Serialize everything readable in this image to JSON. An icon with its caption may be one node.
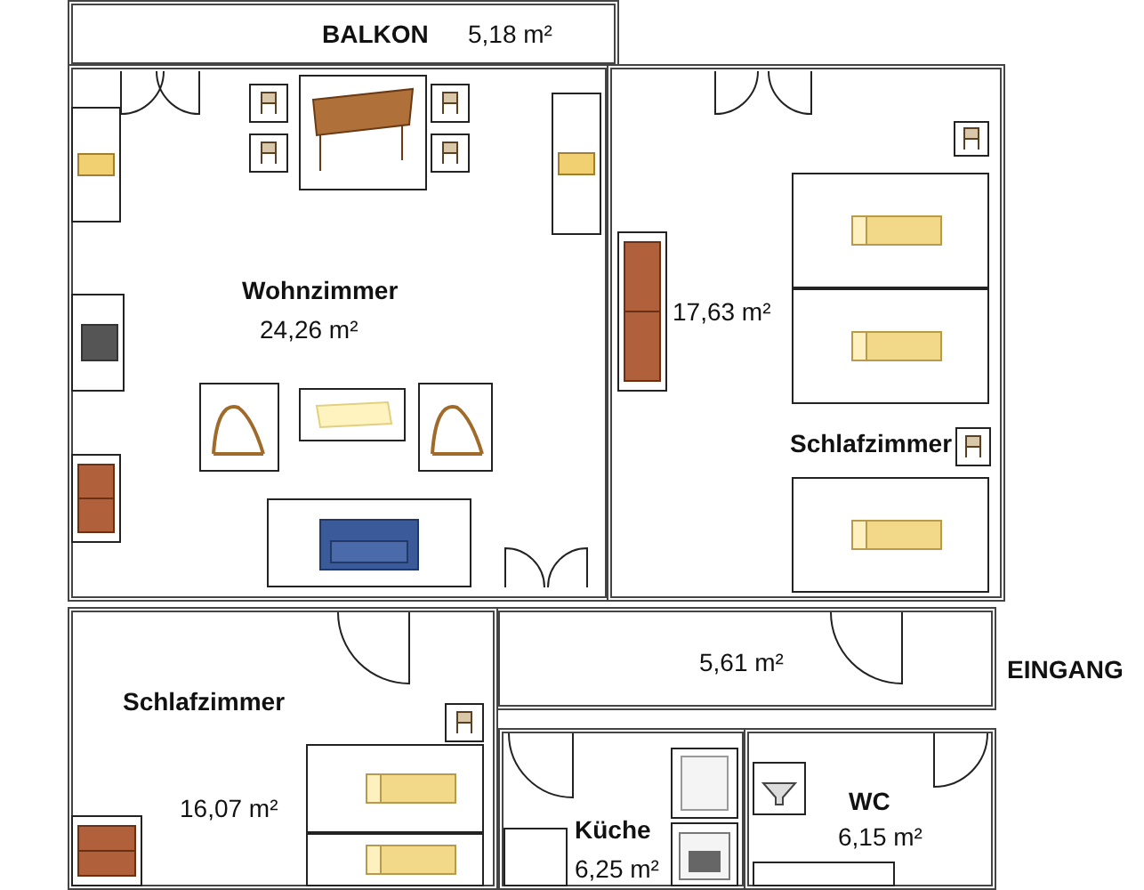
{
  "diagram": {
    "nodes": [
      {
        "text": [
          "BALKON",
          "5,18 m²"
        ]
      },
      {
        "text": [
          "Wohnzimmer",
          "24,26 m²"
        ]
      },
      {
        "text": [
          "17,63 m²",
          "Schlafzimmer"
        ]
      },
      {
        "text": [
          "5,61 m²"
        ]
      },
      {
        "text": [
          "Schlafzimmer",
          "16,07 m²"
        ]
      },
      {
        "text": [
          "Küche",
          "6,25 m²"
        ]
      },
      {
        "text": [
          "WC",
          "6,15 m²"
        ]
      }
    ],
    "labels": [
      "EINGANG"
    ]
  }
}
